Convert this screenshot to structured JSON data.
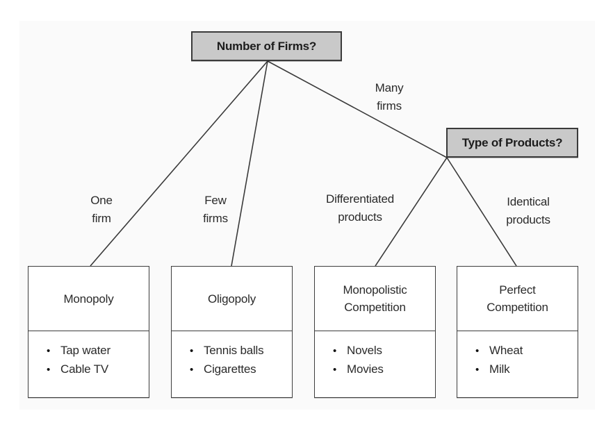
{
  "diagram_title": "market-structure-decision-tree",
  "colors": {
    "page_background": "#ffffff",
    "panel_background": "#fafafa",
    "question_box_fill": "#c9c9c9",
    "box_border": "#3a3a3a",
    "connector_line": "#3a3a3a",
    "text": "#2a2a2a"
  },
  "bullet_glyph": "•",
  "question_boxes": {
    "number_of_firms": {
      "label": "Number of Firms?"
    },
    "type_of_products": {
      "label": "Type of Products?"
    }
  },
  "branch_labels": {
    "one_firm": "One\nfirm",
    "few_firms": "Few\nfirms",
    "many_firms": "Many\nfirms",
    "differentiated_products": "Differentiated\nproducts",
    "identical_products": "Identical\nproducts"
  },
  "market_boxes": [
    {
      "title": "Monopoly",
      "examples": [
        "Tap water",
        "Cable TV"
      ]
    },
    {
      "title": "Oligopoly",
      "examples": [
        "Tennis balls",
        "Cigarettes"
      ]
    },
    {
      "title": "Monopolistic\nCompetition",
      "examples": [
        "Novels",
        "Movies"
      ]
    },
    {
      "title": "Perfect\nCompetition",
      "examples": [
        "Wheat",
        "Milk"
      ]
    }
  ]
}
